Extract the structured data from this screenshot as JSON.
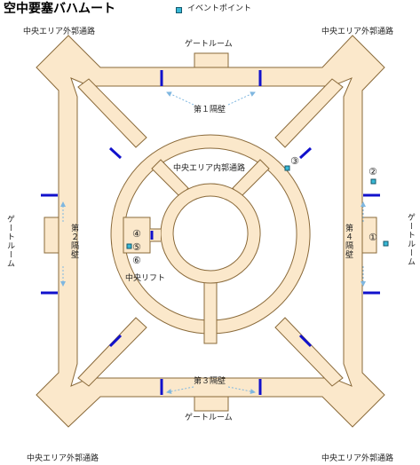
{
  "title": "空中要塞バハムート",
  "legend": {
    "label": "イベントポイント",
    "color": "#38b8d6"
  },
  "corners": {
    "top_left": "中央エリア外郭通路",
    "top_right": "中央エリア外郭通路",
    "bottom_left": "中央エリア外郭通路",
    "bottom_right": "中央エリア外郭通路"
  },
  "gate_rooms": {
    "top": "ゲートルーム",
    "bottom": "ゲートルーム",
    "left": "ゲートルーム",
    "right": "ゲートルーム"
  },
  "barriers": {
    "top": "第１隔壁",
    "left": "第２隔壁",
    "bottom": "第３隔壁",
    "right": "第４隔壁"
  },
  "inner_passage": "中央エリア内郭通路",
  "lift": "中央リフト",
  "points": {
    "p1": "①",
    "p2": "②",
    "p3": "③",
    "p4": "④",
    "p5": "⑤",
    "p6": "⑥"
  },
  "colors": {
    "floor": "#fbe8cb",
    "wall": "#8a6a3a",
    "door": "#1111cc",
    "arrow": "#7fb7e0",
    "event": "#38b8d6"
  }
}
